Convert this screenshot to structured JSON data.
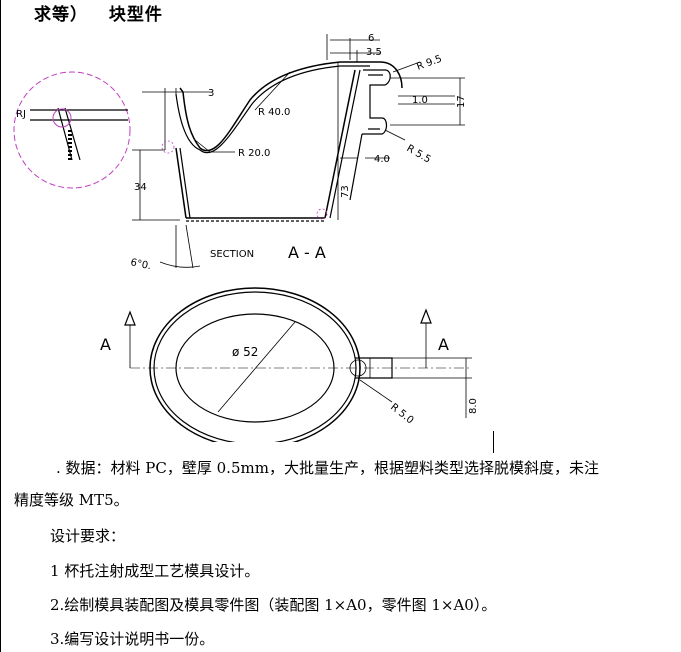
{
  "header": {
    "prefix": "求等）",
    "part_type": "块型件"
  },
  "drawing": {
    "labels": {
      "d6": "6",
      "d3_5": "3.5",
      "r9_5": "R 9.5",
      "d3": "3",
      "r40": "R 40.0",
      "d1": "1.0",
      "d17": "17",
      "rj": "RJ",
      "r20": "R 20.0",
      "r5_5": "R 5.5",
      "d4": "4.0",
      "d34": "34",
      "d73": "73",
      "section": "SECTION",
      "section_id": "A - A",
      "angle": "6°0.",
      "arrow_a_left": "A",
      "arrow_a_right": "A",
      "dia52": "ø 52",
      "r5": "R 5.0",
      "d8": "8.0"
    }
  },
  "body_text": {
    "line1": ". 数据：材料 PC，壁厚 0.5mm，大批量生产，根据塑料类型选择脱模斜度，未注",
    "line2": "精度等级 MT5。",
    "requirements_title": "设计要求：",
    "req1": "1 杯托注射成型工艺模具设计。",
    "req2": "2.绘制模具装配图及模具零件图（装配图 1×A0，零件图 1×A0）。",
    "req3": "3.编写设计说明书一份。"
  }
}
